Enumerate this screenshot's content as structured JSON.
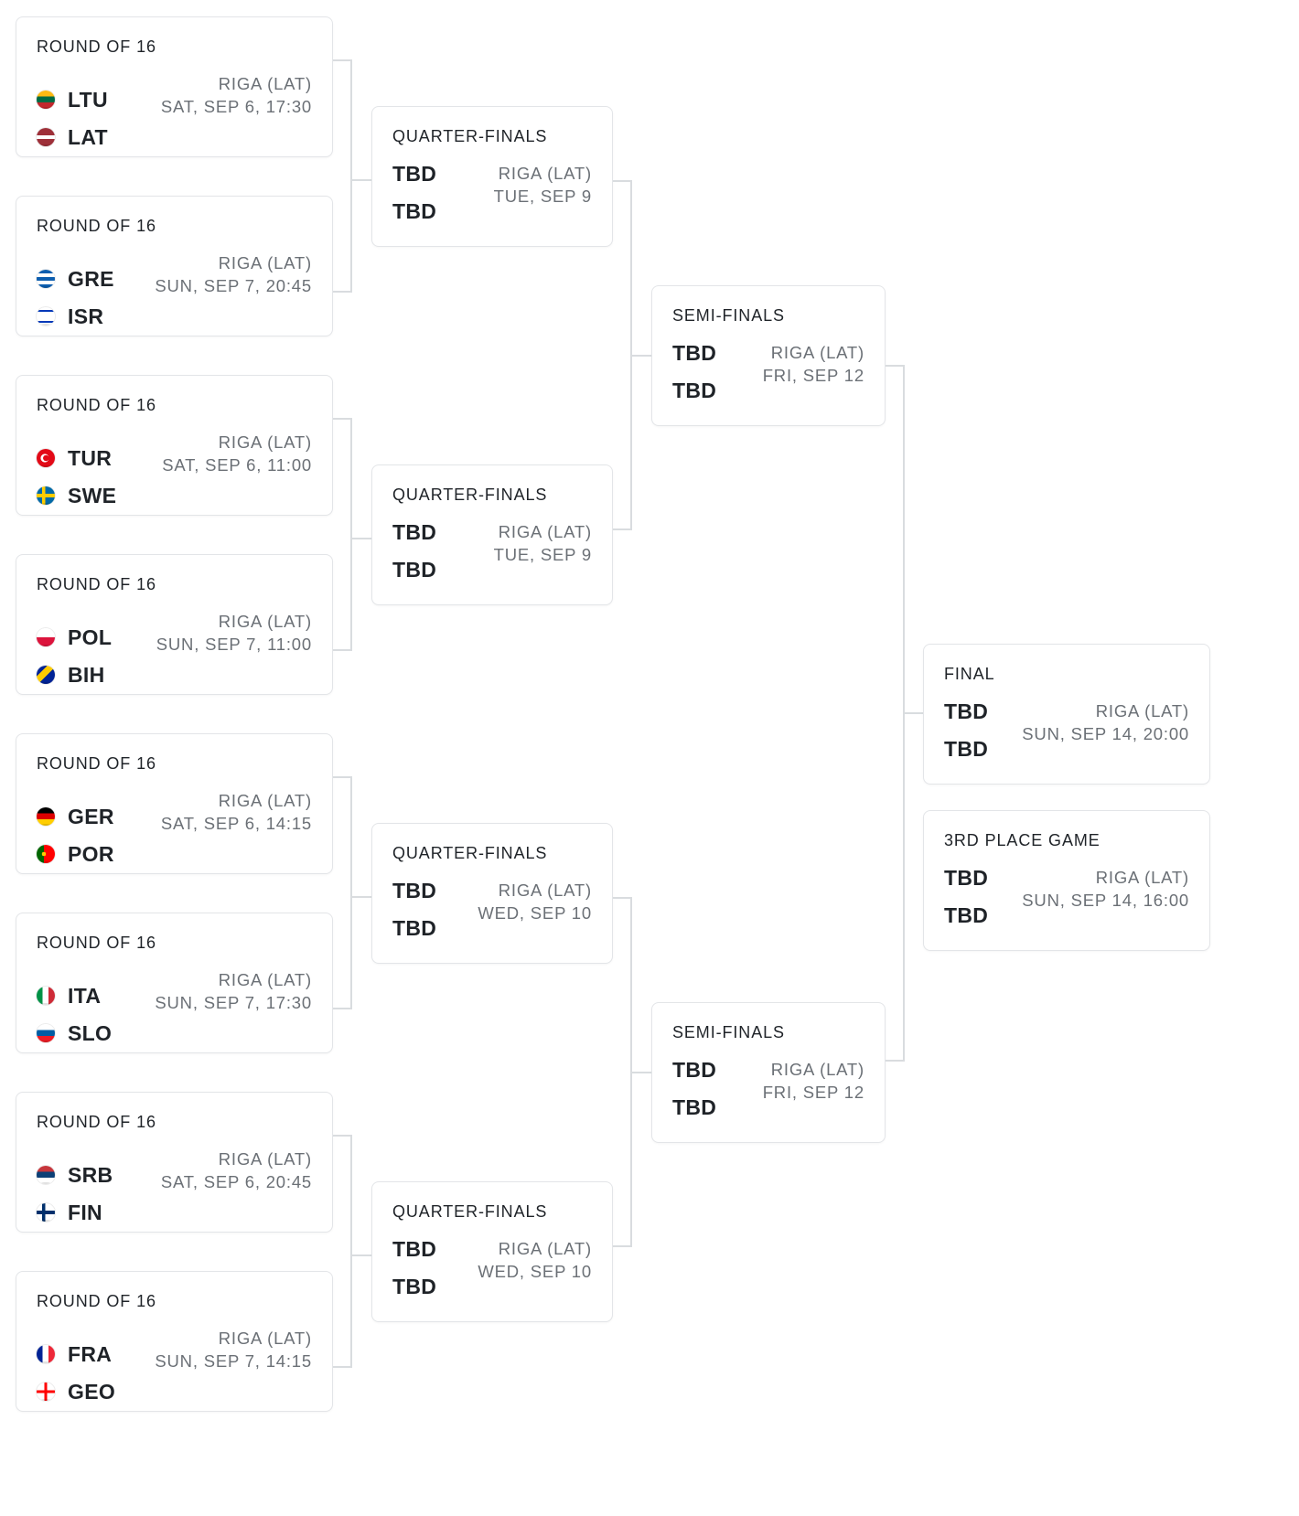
{
  "round_of_16": [
    {
      "round": "ROUND OF 16",
      "team1": "LTU",
      "team2": "LAT",
      "venue": "RIGA (LAT)",
      "date": "SAT, SEP 6, 17:30"
    },
    {
      "round": "ROUND OF 16",
      "team1": "GRE",
      "team2": "ISR",
      "venue": "RIGA (LAT)",
      "date": "SUN, SEP 7, 20:45"
    },
    {
      "round": "ROUND OF 16",
      "team1": "TUR",
      "team2": "SWE",
      "venue": "RIGA (LAT)",
      "date": "SAT, SEP 6, 11:00"
    },
    {
      "round": "ROUND OF 16",
      "team1": "POL",
      "team2": "BIH",
      "venue": "RIGA (LAT)",
      "date": "SUN, SEP 7, 11:00"
    },
    {
      "round": "ROUND OF 16",
      "team1": "GER",
      "team2": "POR",
      "venue": "RIGA (LAT)",
      "date": "SAT, SEP 6, 14:15"
    },
    {
      "round": "ROUND OF 16",
      "team1": "ITA",
      "team2": "SLO",
      "venue": "RIGA (LAT)",
      "date": "SUN, SEP 7, 17:30"
    },
    {
      "round": "ROUND OF 16",
      "team1": "SRB",
      "team2": "FIN",
      "venue": "RIGA (LAT)",
      "date": "SAT, SEP 6, 20:45"
    },
    {
      "round": "ROUND OF 16",
      "team1": "FRA",
      "team2": "GEO",
      "venue": "RIGA (LAT)",
      "date": "SUN, SEP 7, 14:15"
    }
  ],
  "quarter_finals": [
    {
      "round": "QUARTER-FINALS",
      "team1": "TBD",
      "team2": "TBD",
      "venue": "RIGA (LAT)",
      "date": "TUE, SEP 9"
    },
    {
      "round": "QUARTER-FINALS",
      "team1": "TBD",
      "team2": "TBD",
      "venue": "RIGA (LAT)",
      "date": "TUE, SEP 9"
    },
    {
      "round": "QUARTER-FINALS",
      "team1": "TBD",
      "team2": "TBD",
      "venue": "RIGA (LAT)",
      "date": "WED, SEP 10"
    },
    {
      "round": "QUARTER-FINALS",
      "team1": "TBD",
      "team2": "TBD",
      "venue": "RIGA (LAT)",
      "date": "WED, SEP 10"
    }
  ],
  "semi_finals": [
    {
      "round": "SEMI-FINALS",
      "team1": "TBD",
      "team2": "TBD",
      "venue": "RIGA (LAT)",
      "date": "FRI, SEP 12"
    },
    {
      "round": "SEMI-FINALS",
      "team1": "TBD",
      "team2": "TBD",
      "venue": "RIGA (LAT)",
      "date": "FRI, SEP 12"
    }
  ],
  "final": {
    "round": "FINAL",
    "team1": "TBD",
    "team2": "TBD",
    "venue": "RIGA (LAT)",
    "date": "SUN, SEP 14, 20:00"
  },
  "third_place": {
    "round": "3RD PLACE GAME",
    "team1": "TBD",
    "team2": "TBD",
    "venue": "RIGA (LAT)",
    "date": "SUN, SEP 14, 16:00"
  },
  "flags": {
    "LTU": {
      "icon": "flag-lithuania-icon",
      "colors": [
        "#fdb913",
        "#006a44",
        "#c1272d"
      ]
    },
    "LAT": {
      "icon": "flag-latvia-icon",
      "colors": [
        "#9e3039",
        "#ffffff",
        "#9e3039"
      ]
    },
    "GRE": {
      "icon": "flag-greece-icon",
      "colors": [
        "#0d5eaf",
        "#ffffff",
        "#0d5eaf",
        "#ffffff",
        "#0d5eaf"
      ]
    },
    "ISR": {
      "icon": "flag-israel-icon",
      "colors": [
        "#0038b8",
        "#ffffff",
        "#ffffff",
        "#0038b8"
      ]
    },
    "TUR": {
      "icon": "flag-turkey-icon",
      "colors": [
        "#e30a17"
      ]
    },
    "SWE": {
      "icon": "flag-sweden-icon",
      "colors": [
        "#006aa7",
        "#fecc00"
      ]
    },
    "POL": {
      "icon": "flag-poland-icon",
      "colors": [
        "#ffffff",
        "#dc143c"
      ]
    },
    "BIH": {
      "icon": "flag-bosnia-icon",
      "colors": [
        "#002395",
        "#fecb00"
      ]
    },
    "GER": {
      "icon": "flag-germany-icon",
      "colors": [
        "#000000",
        "#dd0000",
        "#ffce00"
      ]
    },
    "POR": {
      "icon": "flag-portugal-icon",
      "colors": [
        "#006600",
        "#ff0000"
      ]
    },
    "ITA": {
      "icon": "flag-italy-icon",
      "colors": [
        "#009246",
        "#ffffff",
        "#ce2b37"
      ]
    },
    "SLO": {
      "icon": "flag-slovenia-icon",
      "colors": [
        "#ffffff",
        "#005da4",
        "#ed1c24"
      ]
    },
    "SRB": {
      "icon": "flag-serbia-icon",
      "colors": [
        "#c6363c",
        "#0c4076",
        "#ffffff"
      ]
    },
    "FIN": {
      "icon": "flag-finland-icon",
      "colors": [
        "#ffffff",
        "#002f6c"
      ]
    },
    "FRA": {
      "icon": "flag-france-icon",
      "colors": [
        "#002395",
        "#ffffff",
        "#ed2939"
      ]
    },
    "GEO": {
      "icon": "flag-georgia-icon",
      "colors": [
        "#ffffff",
        "#ff0000"
      ]
    }
  }
}
